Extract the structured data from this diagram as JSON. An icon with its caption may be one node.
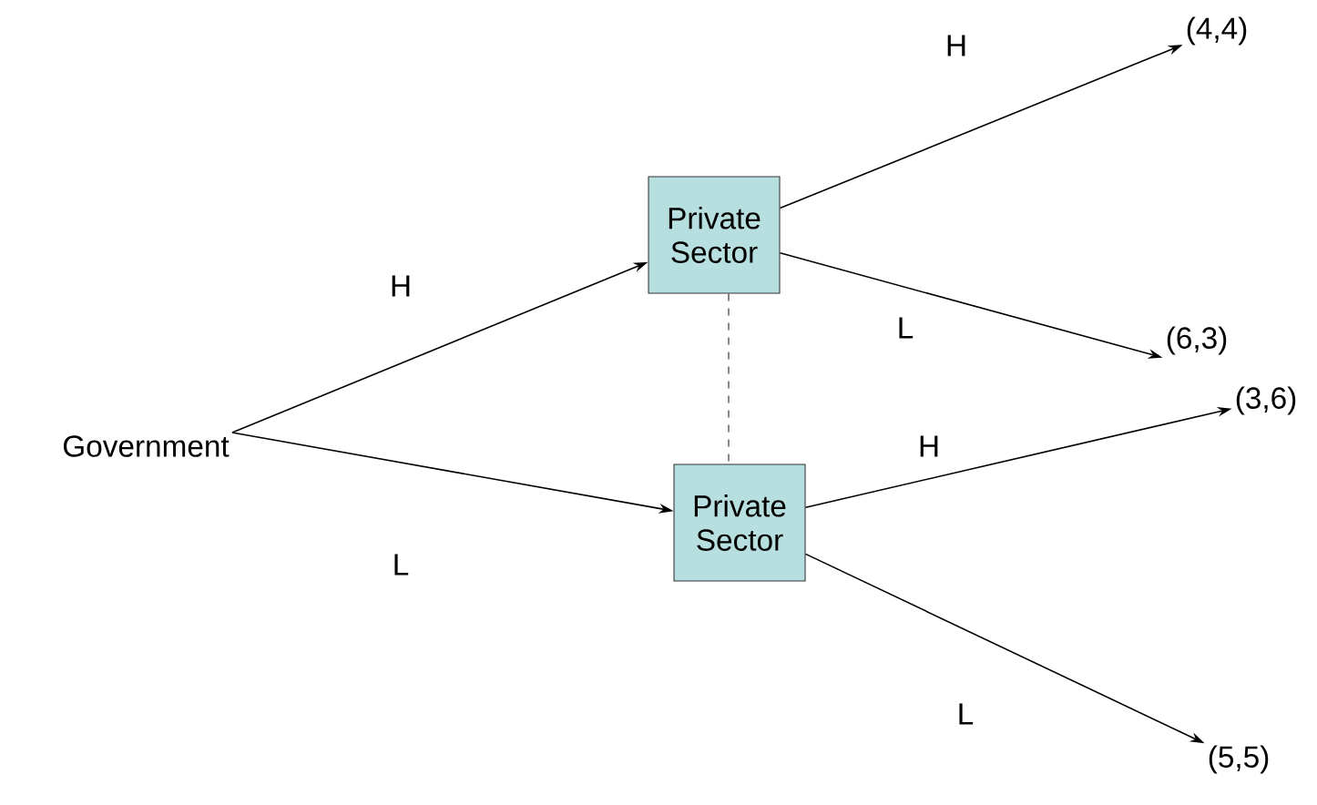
{
  "diagram": {
    "nodes": [
      {
        "text": [
          "Government"
        ]
      },
      {
        "text": [
          "Private Sector"
        ]
      },
      {
        "text": [
          "Private Sector"
        ]
      },
      {
        "text": [
          "(4,4)"
        ]
      },
      {
        "text": [
          "(6,3)"
        ]
      },
      {
        "text": [
          "(3,6)"
        ]
      },
      {
        "text": [
          "(5,5)"
        ]
      }
    ],
    "edges": [
      {
        "from": 0,
        "to": 1,
        "arrow": "to",
        "label": "H"
      },
      {
        "from": 0,
        "to": 2,
        "arrow": "to",
        "label": "L"
      },
      {
        "from": 1,
        "to": 2,
        "arrow": "none",
        "style": "dashed",
        "color": "#666666"
      },
      {
        "from": 1,
        "to": 3,
        "arrow": "to",
        "label": "H"
      },
      {
        "from": 1,
        "to": 4,
        "arrow": "to",
        "label": "L"
      },
      {
        "from": 2,
        "to": 5,
        "arrow": "to",
        "label": "H"
      },
      {
        "from": 2,
        "to": 6,
        "arrow": "to",
        "label": "L"
      }
    ]
  }
}
